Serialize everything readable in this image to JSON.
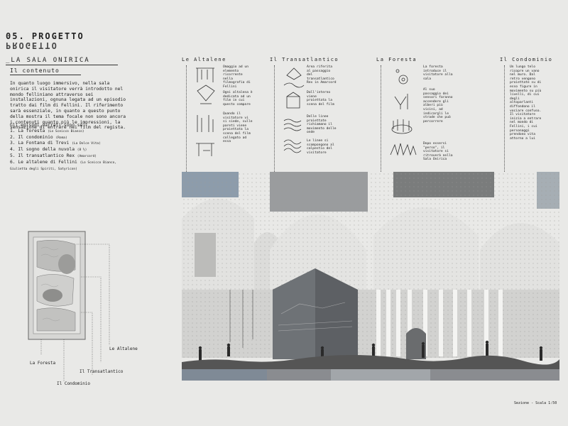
{
  "header": {
    "section": "05. PROGETTO",
    "section_mirror": "PROGETTO",
    "subtitle": "_LA SALA ONIRICA",
    "contenuto": "Il contenuto"
  },
  "intro": "In quanto luogo immersivo, nella sala onirica il visitatore verrà introdotto nel mondo felliniano attraverso sei installazioni, ognuna legata ad un episodio tratto dai film di Fellini. Il riferimento sarà essenziale, in quanto a questo punto della mostra il tema focale non sono ancora i contenuti quanto più le impressioni, la sensazione di entrare nei film del regista.",
  "list_title": "Gli episodi narrati sono sei:",
  "episodes": [
    {
      "n": "1. La foresta",
      "film": "(Lo Sceicco Bianco)"
    },
    {
      "n": "2. Il condominio",
      "film": "(Roma)"
    },
    {
      "n": "3. La Fontana di Trevi",
      "film": "(La Dolce Vita)"
    },
    {
      "n": "4. Il sogno della nuvola",
      "film": "(8 ½)"
    },
    {
      "n": "5. Il transatlantico Rex",
      "film": "(Amarcord)"
    },
    {
      "n": "6. Le altalene di Fellini",
      "film": "(Lo Sceicco Bianco, Giulietta degli Spiriti, Satyricon)"
    }
  ],
  "sections": [
    {
      "title": "Le Altalene",
      "texts": [
        "Omaggio ad un elemento ricorrente nella filmografia di Fellini",
        "Ogni altalena è dedicata ad un film in cui questo compare",
        "Quando il visitatore vi si siede, sulle pareti viene proiettata la scena del film collegato ad essa"
      ]
    },
    {
      "title": "Il Transatlantico",
      "texts": [
        "Area riferita al passaggio del transatlantico Rex in Amarcord",
        "Dall'interno viene proiettata la scena del film",
        "Delle linee proiettate richiamano il movimento delle onde",
        "Le linee si scompongono al calpestio del visitatore"
      ]
    },
    {
      "title": "La Foresta",
      "texts": [
        "La foresta introduce il visitatore alla sala",
        "Al suo passaggio dei sensori faranno accendere gli alberi più vicini, ad indicargli le strade che può percorrere",
        "Dopo essersi \"perso\", il visitatore si ritroverà nella Sala Onirica"
      ]
    },
    {
      "title": "Il Condominio",
      "texts": [
        "Un lungo telo ricopre un vano nel muro. Dal retro vengono proiettate su di esso figure in movimento su più livelli, di cui degli altoparlanti diffondono il vociare confuso. Il visitatore inizia a entrare nel mondo di Fellini, i cui personaggi prendono vita attorno a lui"
      ]
    }
  ],
  "plan_labels": {
    "foresta": "La Foresta",
    "altalene": "Le Altalene",
    "transatlantico": "Il Transatlantico",
    "condominio": "Il Condominio"
  },
  "scale_note": "Sezione - Scala 1:50"
}
